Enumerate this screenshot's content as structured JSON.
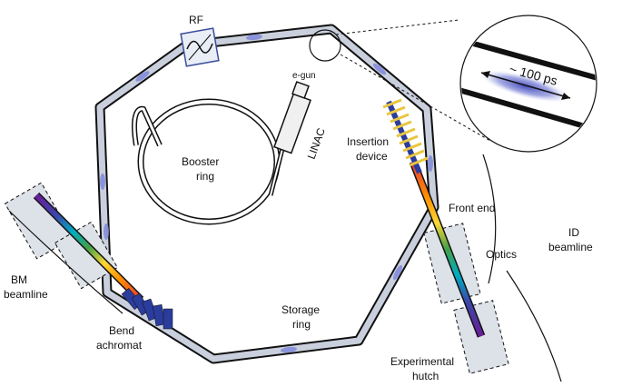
{
  "labels": {
    "rf": "RF",
    "egun": "e-gun",
    "linac": "LINAC",
    "booster_line1": "Booster",
    "booster_line2": "ring",
    "insertion_line1": "Insertion",
    "insertion_line2": "device",
    "front_end": "Front end",
    "optics": "Optics",
    "id_line1": "ID",
    "id_line2": "beamline",
    "bm_line1": "BM",
    "bm_line2": "beamline",
    "storage_line1": "Storage",
    "storage_line2": "ring",
    "bend_line1": "Bend",
    "bend_line2": "achromat",
    "hutch_line1": "Experimental",
    "hutch_line2": "hutch",
    "pulse": "~ 100 ps"
  },
  "colors": {
    "ring_fill": "#c9cfdc",
    "ring_stroke": "#111111",
    "bunch": "#5a63c8",
    "magnet_blue": "#2a3c9c",
    "undulator_yellow": "#e8c640",
    "hutch_fill": "#dde1e8"
  }
}
